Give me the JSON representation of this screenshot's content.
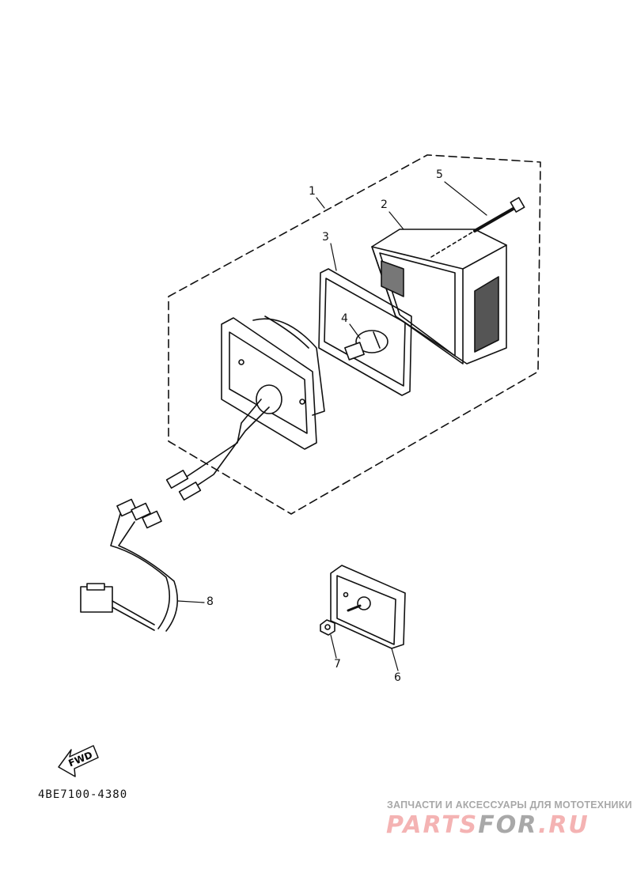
{
  "diagram": {
    "part_code": "4BE7100-4380",
    "fwd_label": "FWD",
    "callouts": [
      "1",
      "2",
      "3",
      "4",
      "5",
      "6",
      "7",
      "8"
    ]
  },
  "watermark": {
    "tagline": "ЗАПЧАСТИ И АКСЕССУАРЫ ДЛЯ МОТОТЕХНИКИ",
    "logo_part1": "PARTS",
    "logo_part2": "FOR",
    "logo_part3": ".RU",
    "colors": {
      "pink": "#f4b3b3",
      "gray": "#a8a8a8"
    }
  }
}
